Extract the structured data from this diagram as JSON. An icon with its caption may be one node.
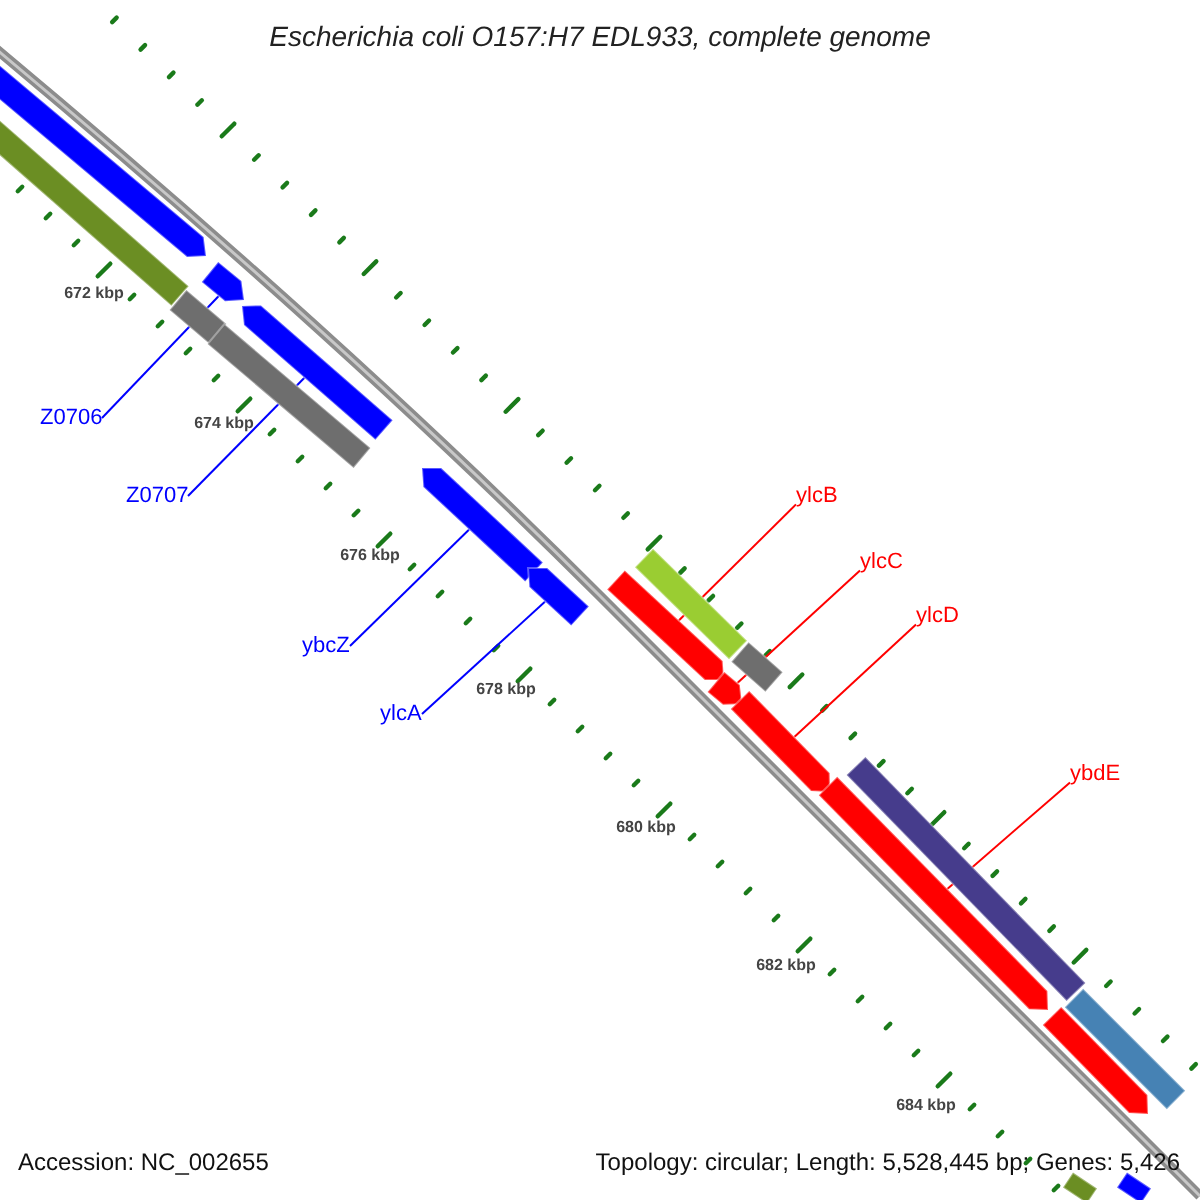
{
  "diagram": {
    "title": "Escherichia coli O157:H7 EDL933, complete genome",
    "nodes": [
      {
        "text": [],
        "shape": "pentagon"
      },
      {
        "text": [],
        "shape": "bar"
      },
      {
        "text": [],
        "shape": "pentagon"
      },
      {
        "text": [],
        "shape": "bar"
      },
      {
        "text": [],
        "shape": "pentagon"
      },
      {
        "text": [],
        "shape": "bar"
      },
      {
        "text": [],
        "shape": "pentagon"
      },
      {
        "text": [],
        "shape": "pentagon"
      },
      {
        "text": [],
        "shape": "bar"
      },
      {
        "text": [],
        "shape": "pentagon"
      },
      {
        "text": [],
        "shape": "pentagon"
      },
      {
        "text": [],
        "shape": "bar"
      },
      {
        "text": [],
        "shape": "pentagon"
      },
      {
        "text": [],
        "shape": "bar"
      },
      {
        "text": [],
        "shape": "pentagon"
      },
      {
        "text": [],
        "shape": "bar"
      },
      {
        "text": [],
        "shape": "pentagon"
      },
      {
        "text": [],
        "shape": "bar"
      },
      {
        "text": [],
        "shape": "bar"
      },
      {
        "text": [
          "Z0706"
        ]
      },
      {
        "text": [
          "Z0707"
        ]
      },
      {
        "text": [
          "ybcZ"
        ]
      },
      {
        "text": [
          "ylcA"
        ]
      },
      {
        "text": [
          "ylcB"
        ]
      },
      {
        "text": [
          "ylcC"
        ]
      },
      {
        "text": [
          "ylcD"
        ]
      },
      {
        "text": [
          "ybdE"
        ]
      }
    ],
    "edges": [
      {
        "from": 19,
        "to": 2,
        "arrow": "none",
        "color": "#0000ff"
      },
      {
        "from": 20,
        "to": 4,
        "arrow": "none",
        "color": "#0000ff"
      },
      {
        "from": 21,
        "to": 6,
        "arrow": "none",
        "color": "#0000ff"
      },
      {
        "from": 22,
        "to": 7,
        "arrow": "none",
        "color": "#0000ff"
      },
      {
        "from": 23,
        "to": 9,
        "arrow": "none",
        "color": "#ff0000"
      },
      {
        "from": 24,
        "to": 10,
        "arrow": "none",
        "color": "#ff0000"
      },
      {
        "from": 25,
        "to": 12,
        "arrow": "none",
        "color": "#ff0000"
      },
      {
        "from": 26,
        "to": 14,
        "arrow": "none",
        "color": "#ff0000"
      }
    ],
    "labels": [
      "672 kbp",
      "674 kbp",
      "676 kbp",
      "678 kbp",
      "680 kbp",
      "682 kbp",
      "684 kbp",
      "Accession: NC_002655",
      "Topology: circular; Length: 5,528,445 bp; Genes: 5,426"
    ]
  }
}
